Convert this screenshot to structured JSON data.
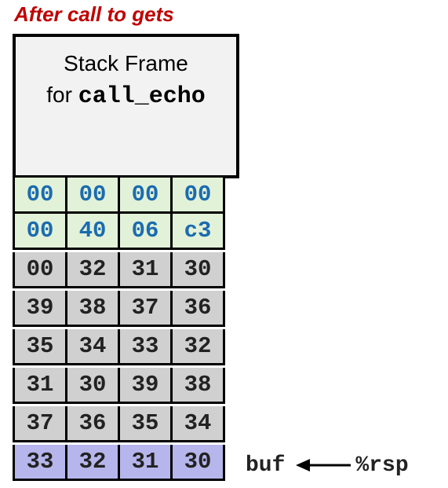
{
  "title": "After call to gets",
  "frame": {
    "line1": "Stack Frame",
    "line2_prefix": "for ",
    "line2_code": "call_echo"
  },
  "rows": [
    {
      "style": "green",
      "cells": [
        "00",
        "00",
        "00",
        "00"
      ]
    },
    {
      "style": "green",
      "cells": [
        "00",
        "40",
        "06",
        "c3"
      ]
    },
    {
      "style": "gray",
      "cells": [
        "00",
        "32",
        "31",
        "30"
      ],
      "highlight_first": true
    },
    {
      "style": "gray",
      "cells": [
        "39",
        "38",
        "37",
        "36"
      ]
    },
    {
      "style": "gray",
      "cells": [
        "35",
        "34",
        "33",
        "32"
      ]
    },
    {
      "style": "gray",
      "cells": [
        "31",
        "30",
        "39",
        "38"
      ]
    },
    {
      "style": "gray",
      "cells": [
        "37",
        "36",
        "35",
        "34"
      ]
    },
    {
      "style": "purple",
      "cells": [
        "33",
        "32",
        "31",
        "30"
      ]
    }
  ],
  "labels": {
    "buf": "buf",
    "rsp": "%rsp"
  },
  "colors": {
    "title": "#c00000",
    "green_bg": "#e2f2d8",
    "green_text": "#1b6bb0",
    "gray_bg": "#d0d0d0",
    "purple_bg": "#b6b6ec",
    "highlight": "#ff0000"
  }
}
